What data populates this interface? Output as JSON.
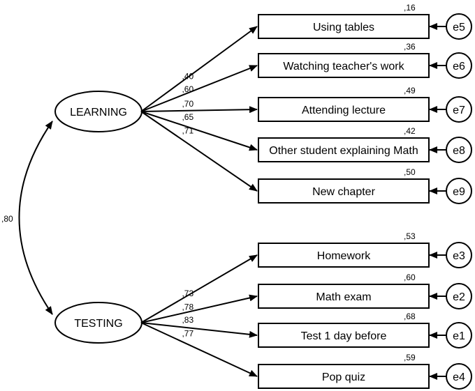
{
  "factors": [
    {
      "id": "learning",
      "label": "LEARNING"
    },
    {
      "id": "testing",
      "label": "TESTING"
    }
  ],
  "correlation": ",80",
  "indicators": [
    {
      "label": "Using tables",
      "loading": ",40",
      "r2": ",16",
      "error": "e5",
      "factor": "learning"
    },
    {
      "label": "Watching teacher's work",
      "loading": ",60",
      "r2": ",36",
      "error": "e6",
      "factor": "learning"
    },
    {
      "label": "Attending lecture",
      "loading": ",70",
      "r2": ",49",
      "error": "e7",
      "factor": "learning"
    },
    {
      "label": "Other student explaining Math",
      "loading": ",65",
      "r2": ",42",
      "error": "e8",
      "factor": "learning"
    },
    {
      "label": "New chapter",
      "loading": ",71",
      "r2": ",50",
      "error": "e9",
      "factor": "learning"
    },
    {
      "label": "Homework",
      "loading": ",73",
      "r2": ",53",
      "error": "e3",
      "factor": "testing"
    },
    {
      "label": "Math exam",
      "loading": ",78",
      "r2": ",60",
      "error": "e2",
      "factor": "testing"
    },
    {
      "label": "Test 1 day before",
      "loading": ",83",
      "r2": ",68",
      "error": "e1",
      "factor": "testing"
    },
    {
      "label": "Pop quiz",
      "loading": ",77",
      "r2": ",59",
      "error": "e4",
      "factor": "testing"
    }
  ]
}
